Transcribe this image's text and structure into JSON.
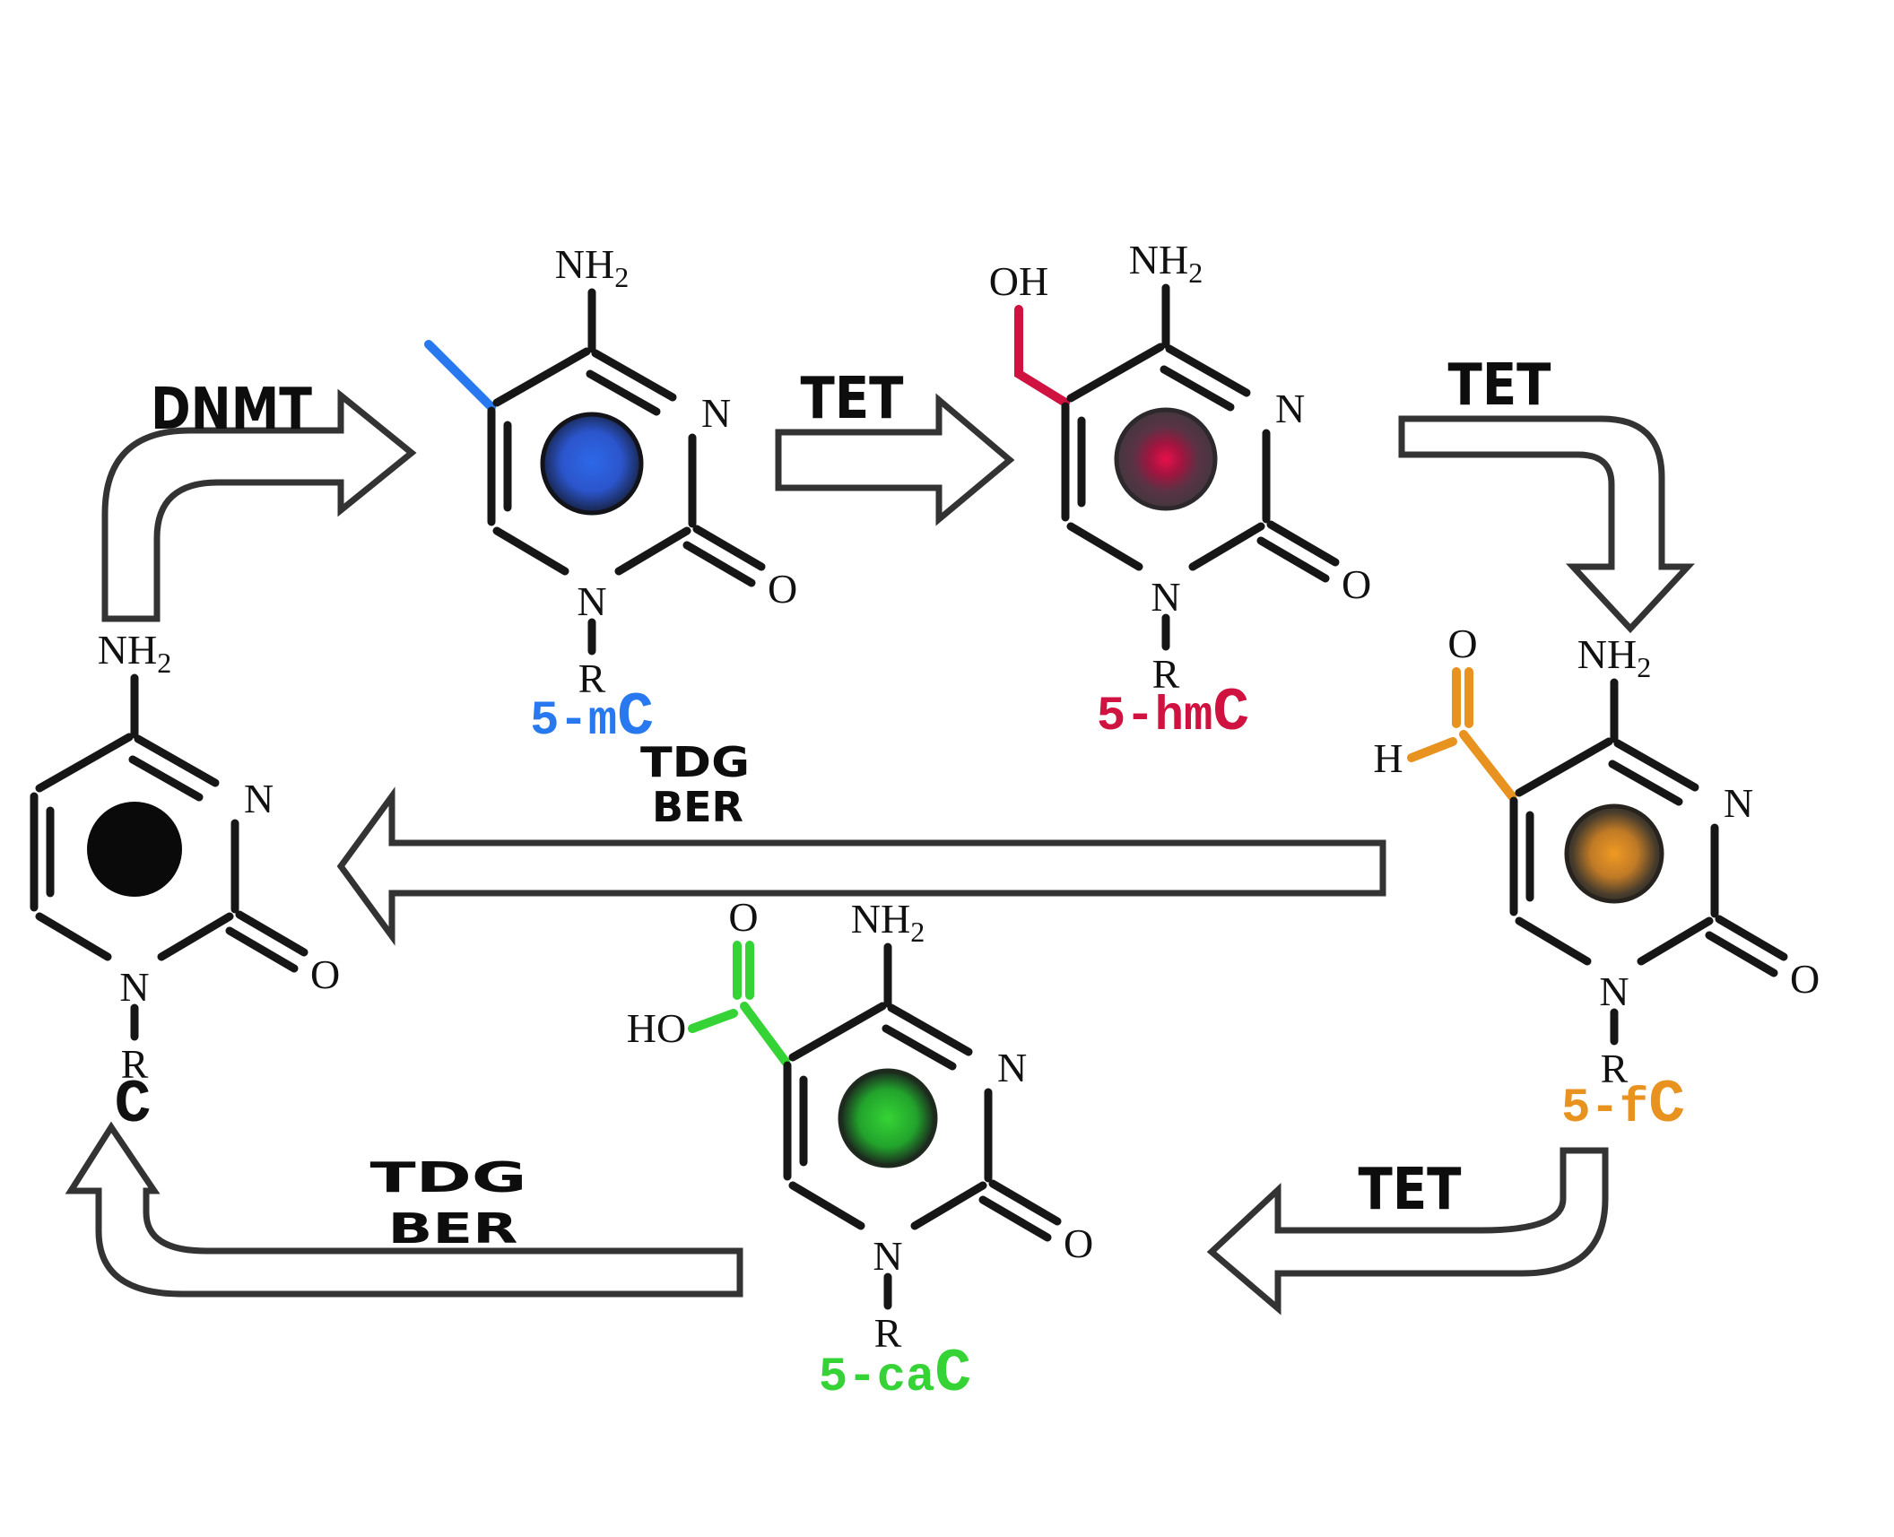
{
  "atoms": {
    "nh": "NH",
    "amine_sub": "2",
    "n": "N",
    "o": "O",
    "r": "R",
    "h": "H",
    "oh": "OH",
    "ho": "HO"
  },
  "molecules": {
    "cytosine": {
      "label": "C",
      "accent": "#111111"
    },
    "five_mc": {
      "prefix": "5-m",
      "c": "C",
      "accent": "#2878f0"
    },
    "five_hmc": {
      "prefix": "5-hm",
      "c": "C",
      "accent": "#d01240"
    },
    "five_fc": {
      "prefix": "5-f",
      "c": "C",
      "accent": "#e8921f"
    },
    "five_cac": {
      "prefix": "5-ca",
      "c": "C",
      "accent": "#35d335"
    }
  },
  "enzymes": {
    "dnmt": "DNMT",
    "tet_top": "TET",
    "tet_right": "TET",
    "tet_bottom": "TET",
    "tdg_mid": "TDG",
    "ber_mid": "BER",
    "tdg_left": "TDG",
    "ber_left": "BER"
  },
  "dot_colors": {
    "cytosine": "#0a0a0a",
    "five_mc": "#2d63e0",
    "five_hmc": "#d01040",
    "five_fc": "#ef9722",
    "five_cac": "#2ed02e"
  }
}
